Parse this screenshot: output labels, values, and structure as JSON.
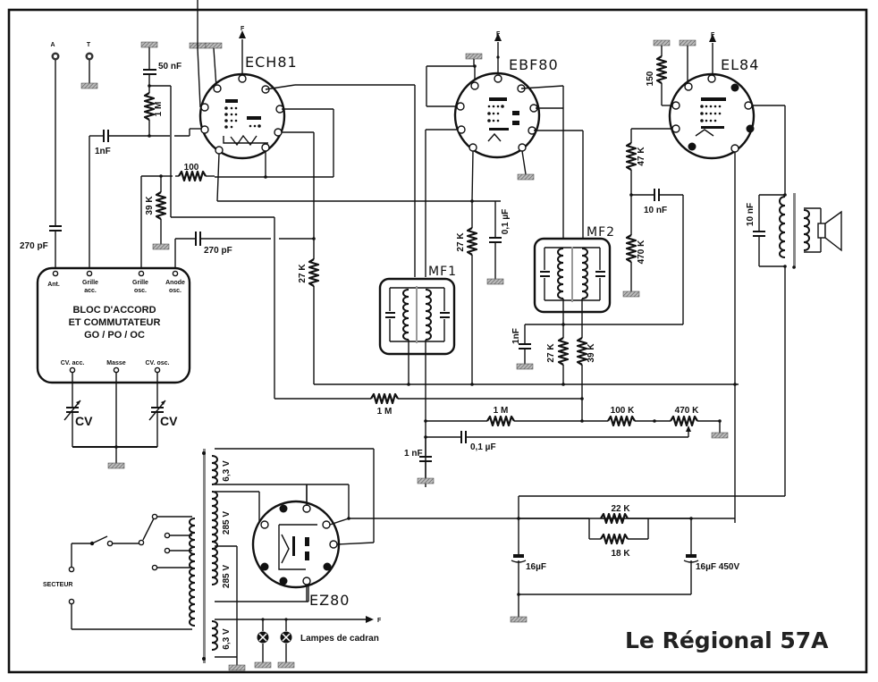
{
  "title": "Le Régional 57A",
  "inputs": {
    "antenna": "A",
    "earth": "T"
  },
  "tubes": {
    "ech81": "ECH81",
    "ebf80": "EBF80",
    "el84": "EL84",
    "ez80": "EZ80"
  },
  "filament_label": "F",
  "if_transformers": {
    "mf1": "MF1",
    "mf2": "MF2"
  },
  "tuning_block": {
    "line1": "BLOC D'ACCORD",
    "line2": "ET COMMUTATEUR",
    "line3": "GO / PO / OC",
    "pins_top": [
      {
        "l1": "Ant.",
        "l2": ""
      },
      {
        "l1": "Grille",
        "l2": "acc."
      },
      {
        "l1": "Grille",
        "l2": "osc."
      },
      {
        "l1": "Anode",
        "l2": "osc."
      }
    ],
    "pins_bottom": [
      "CV. acc.",
      "Masse",
      "CV. osc."
    ]
  },
  "variable_caps": [
    "CV",
    "CV"
  ],
  "components": {
    "c_ant": "270 pF",
    "c_grid": "1nF",
    "c_50n": "50 nF",
    "r_1m_grid": "1 M",
    "r_100": "100",
    "r_39k": "39 K",
    "c_osc": "270 pF",
    "r_27k_ech": "27 K",
    "r_27k_ebf": "27 K",
    "c_01_ebf": "0,1 µF",
    "c_1n_mf2": "1nF",
    "r_27k_det": "27 K",
    "r_39k_det": "39 K",
    "r_1m_agc": "1 M",
    "r_1m_audio": "1 M",
    "r_100k": "100 K",
    "pot_470k": "470 K",
    "c_1n_det": "1 nF",
    "c_01_coupling": "0,1 µF",
    "r_150": "150",
    "r_47k": "47 K",
    "c_10n_cpl": "10 nF",
    "r_470k": "470 K",
    "c_10n_out": "10 nF",
    "r_22k": "22 K",
    "r_18k": "18 K",
    "c_16u_a": "16µF",
    "c_16u_b": "16µF 450V"
  },
  "power": {
    "mains": "SECTEUR",
    "w_63_top": "6,3 V",
    "w_285_a": "285 V",
    "w_285_b": "285 V",
    "w_63_bot": "6,3 V",
    "dial_lamps": "Lampes de cadran"
  }
}
